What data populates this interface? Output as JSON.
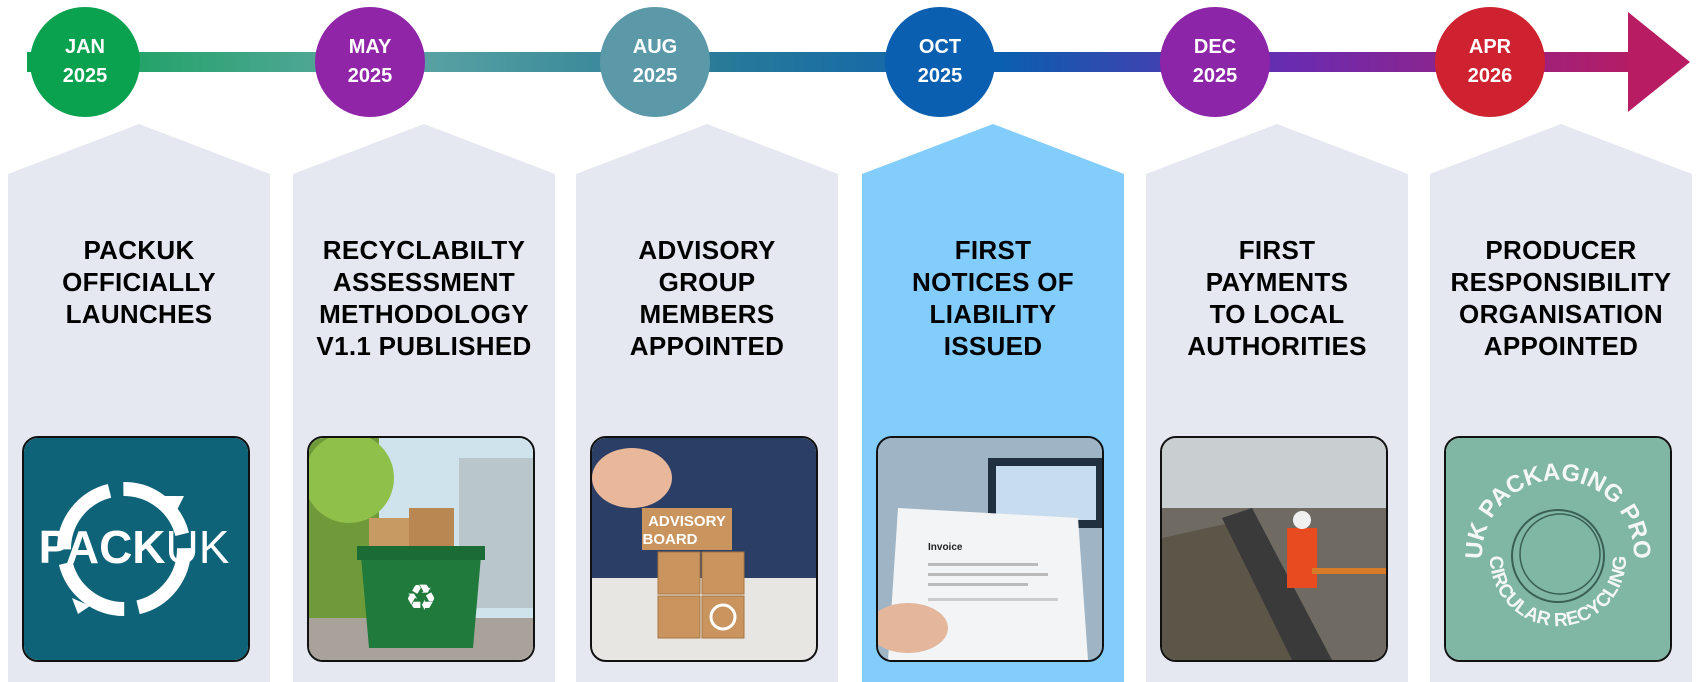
{
  "milestones": [
    {
      "month": "JAN",
      "year": "2025",
      "title_lines": [
        "PACKUK",
        "OFFICIALLY",
        "LAUNCHES"
      ],
      "image": "packuk-logo",
      "color": "#0aa14f"
    },
    {
      "month": "MAY",
      "year": "2025",
      "title_lines": [
        "RECYCLABILTY",
        "ASSESSMENT",
        "METHODOLOGY",
        "V1.1 PUBLISHED"
      ],
      "image": "recycling-bin-photo",
      "color": "#9025a8"
    },
    {
      "month": "AUG",
      "year": "2025",
      "title_lines": [
        "ADVISORY",
        "GROUP",
        "MEMBERS",
        "APPOINTED"
      ],
      "image": "advisory-board-blocks-photo",
      "color": "#5b99a8"
    },
    {
      "month": "OCT",
      "year": "2025",
      "title_lines": [
        "FIRST",
        "NOTICES OF",
        "LIABILITY",
        "ISSUED"
      ],
      "image": "invoice-photo",
      "color": "#0a5fb0",
      "highlighted": true
    },
    {
      "month": "DEC",
      "year": "2025",
      "title_lines": [
        "FIRST",
        "PAYMENTS",
        "TO LOCAL",
        "AUTHORITIES"
      ],
      "image": "recycling-plant-photo",
      "color": "#8c25a8"
    },
    {
      "month": "APR",
      "year": "2026",
      "title_lines": [
        "PRODUCER",
        "RESPONSIBILITY",
        "ORGANISATION",
        "APPOINTED"
      ],
      "image": "uk-packaging-pro-badge",
      "color": "#cf2230"
    }
  ],
  "logos": {
    "packuk": {
      "bold": "PACK",
      "light": "UK"
    },
    "board": {
      "line1": "ADVISORY",
      "line2": "BOARD"
    },
    "invoice": {
      "label": "Invoice"
    },
    "badge": {
      "top": "UK PACKAGING PRO",
      "bottom": "CIRCULAR RECYCLING"
    }
  },
  "colors": {
    "card": "#e5e8f1",
    "card_highlight": "#82cdfc",
    "arrow_end": "#b81c62"
  }
}
